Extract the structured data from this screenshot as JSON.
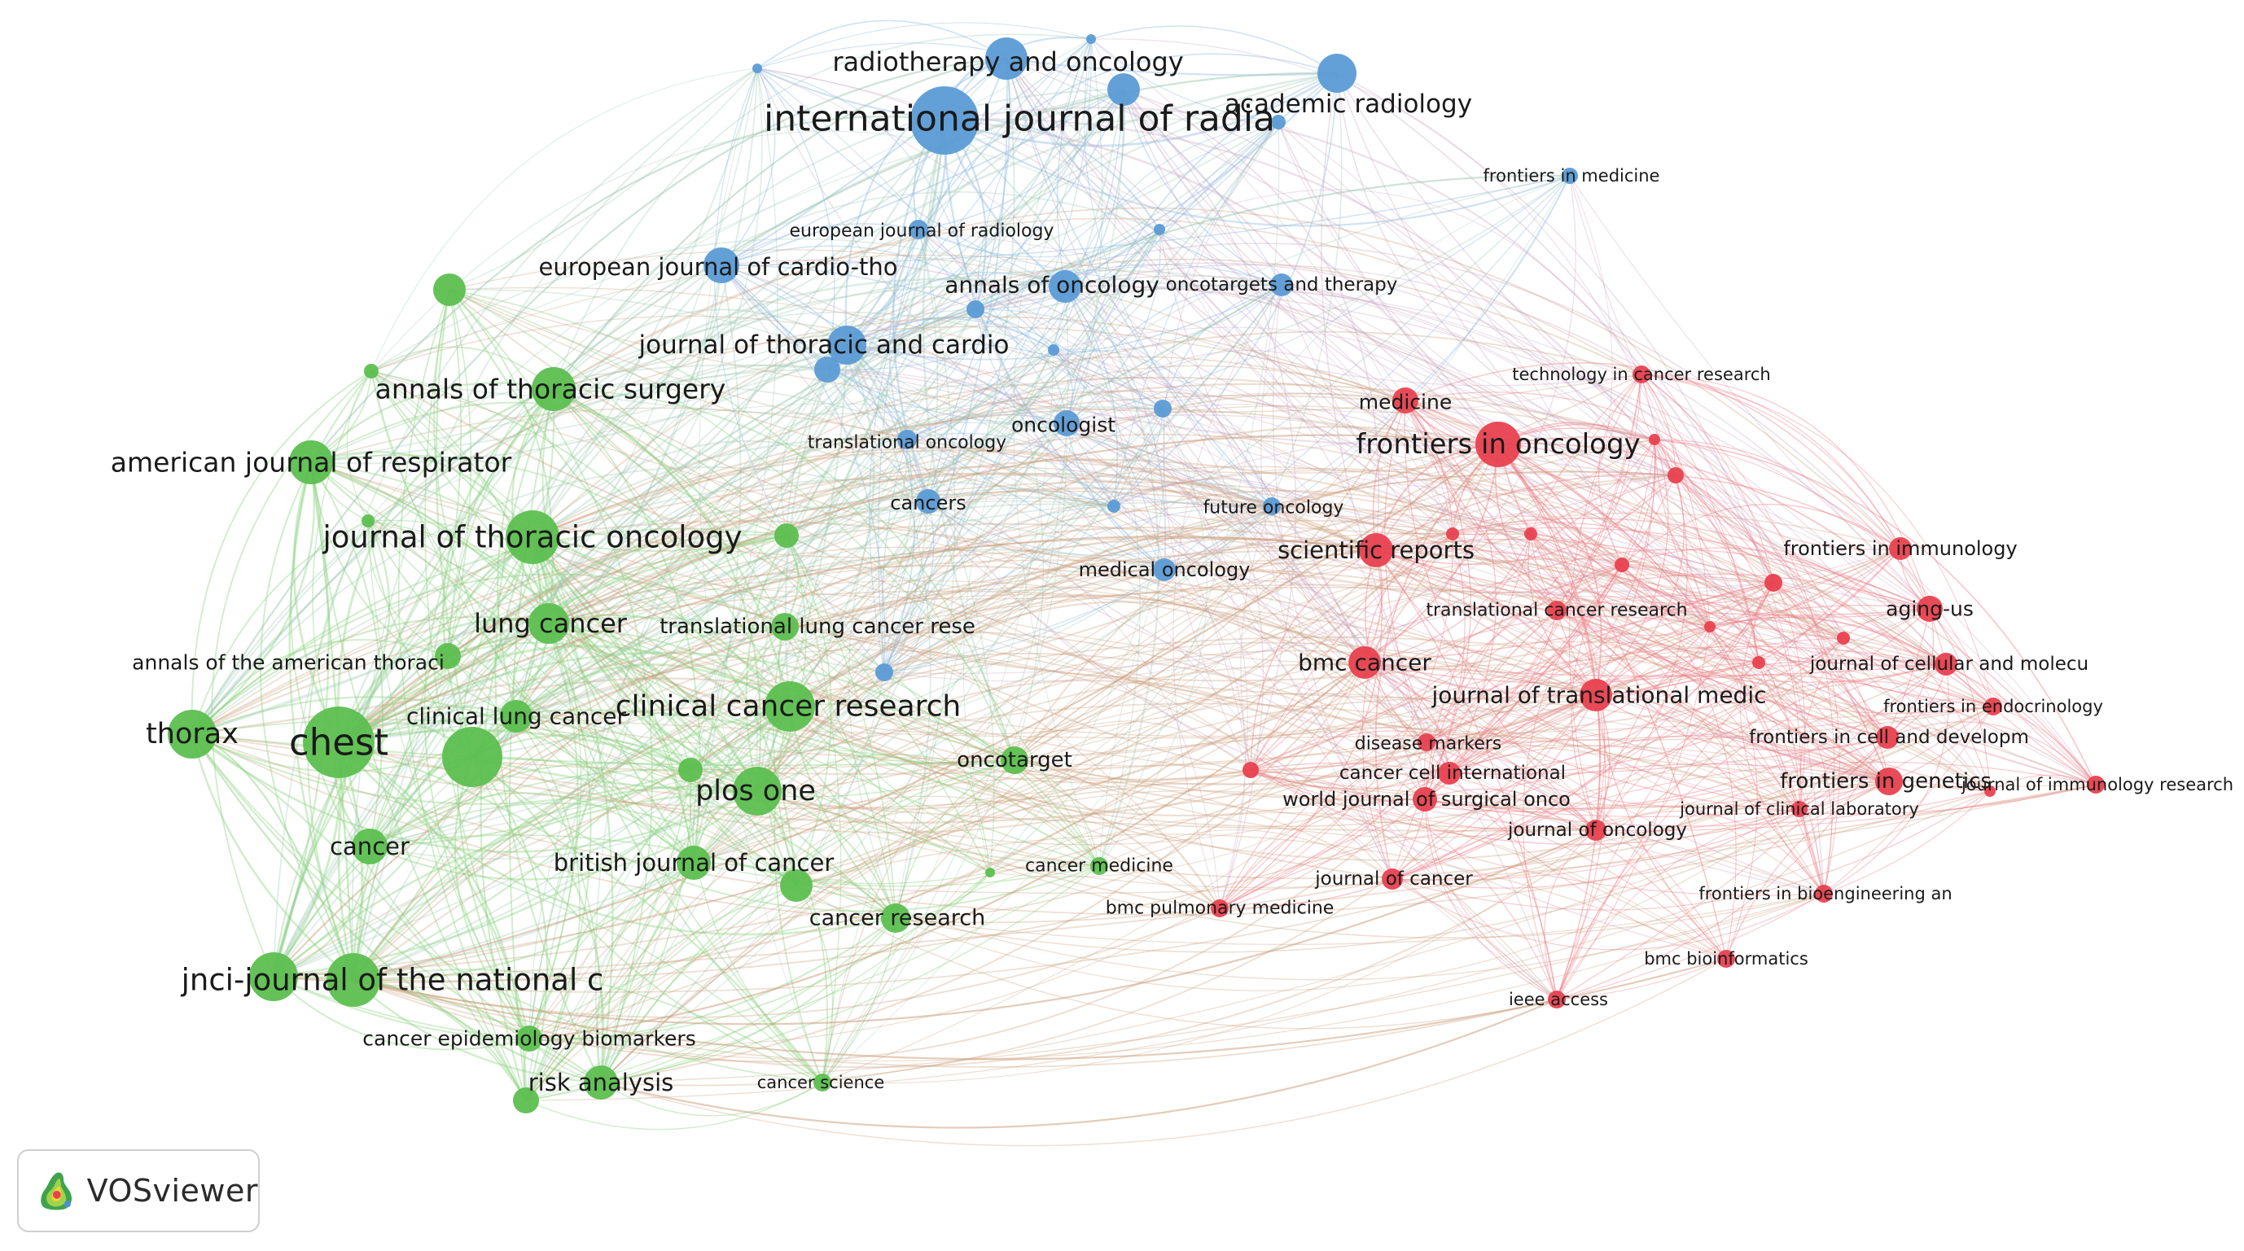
{
  "app": {
    "name": "VOSviewer"
  },
  "colors": {
    "cluster_green": "#5cbf4f",
    "cluster_blue": "#5b9bd5",
    "cluster_red": "#e8414f",
    "label": "#1a1a1a"
  },
  "nodes": [
    {
      "id": "irj",
      "label": "international journal of radia",
      "cluster": "blue",
      "weight": 95
    },
    {
      "id": "rto",
      "label": "radiotherapy and oncology",
      "cluster": "blue",
      "weight": 52
    },
    {
      "id": "acr",
      "label": "academic radiology",
      "cluster": "blue",
      "weight": 48
    },
    {
      "id": "fim",
      "label": "frontiers in medicine",
      "cluster": "blue",
      "weight": 10
    },
    {
      "id": "ejr",
      "label": "european journal of radiology",
      "cluster": "blue",
      "weight": 16
    },
    {
      "id": "ejc",
      "label": "european journal of cardio-tho",
      "cluster": "blue",
      "weight": 42
    },
    {
      "id": "aoo",
      "label": "annals of oncology",
      "cluster": "blue",
      "weight": 36
    },
    {
      "id": "ott",
      "label": "oncotargets and therapy",
      "cluster": "blue",
      "weight": 20
    },
    {
      "id": "jtc",
      "label": "journal of thoracic and cardio",
      "cluster": "blue",
      "weight": 48
    },
    {
      "id": "onc",
      "label": "oncologist",
      "cluster": "blue",
      "weight": 26
    },
    {
      "id": "tro",
      "label": "translational oncology",
      "cluster": "blue",
      "weight": 16
    },
    {
      "id": "can",
      "label": "cancers",
      "cluster": "blue",
      "weight": 24
    },
    {
      "id": "fuo",
      "label": "future oncology",
      "cluster": "blue",
      "weight": 14
    },
    {
      "id": "mon",
      "label": "medical oncology",
      "cluster": "blue",
      "weight": 22
    },
    {
      "id": "ats",
      "label": "annals of thoracic surgery",
      "cluster": "green",
      "weight": 54
    },
    {
      "id": "ajr",
      "label": "american journal of respirator",
      "cluster": "green",
      "weight": 54
    },
    {
      "id": "jto",
      "label": "journal of thoracic oncology",
      "cluster": "green",
      "weight": 72
    },
    {
      "id": "lun",
      "label": "lung cancer",
      "cluster": "green",
      "weight": 50
    },
    {
      "id": "tlc",
      "label": "translational lung cancer rese",
      "cluster": "green",
      "weight": 30
    },
    {
      "id": "aat",
      "label": "annals of the american thoraci",
      "cluster": "green",
      "weight": 26
    },
    {
      "id": "tho",
      "label": "thorax",
      "cluster": "green",
      "weight": 62
    },
    {
      "id": "che",
      "label": "chest",
      "cluster": "green",
      "weight": 100
    },
    {
      "id": "clc",
      "label": "clinical lung cancer",
      "cluster": "green",
      "weight": 36
    },
    {
      "id": "ccr",
      "label": "clinical cancer research",
      "cluster": "green",
      "weight": 66
    },
    {
      "id": "plo",
      "label": "plos one",
      "cluster": "green",
      "weight": 64
    },
    {
      "id": "oct",
      "label": "oncotarget",
      "cluster": "green",
      "weight": 28
    },
    {
      "id": "cnc",
      "label": "cancer",
      "cluster": "green",
      "weight": 42
    },
    {
      "id": "bjc",
      "label": "british journal of cancer",
      "cluster": "green",
      "weight": 40
    },
    {
      "id": "cme",
      "label": "cancer medicine",
      "cluster": "green",
      "weight": 14
    },
    {
      "id": "cre",
      "label": "cancer research",
      "cluster": "green",
      "weight": 32
    },
    {
      "id": "jnc",
      "label": "jnci-journal of the national c",
      "cluster": "green",
      "weight": 70
    },
    {
      "id": "ceb",
      "label": "cancer epidemiology biomarkers",
      "cluster": "green",
      "weight": 26
    },
    {
      "id": "ria",
      "label": "risk analysis",
      "cluster": "green",
      "weight": 40
    },
    {
      "id": "csc",
      "label": "cancer science",
      "cluster": "green",
      "weight": 12
    },
    {
      "id": "fio",
      "label": "frontiers in oncology",
      "cluster": "red",
      "weight": 58
    },
    {
      "id": "med",
      "label": "medicine",
      "cluster": "red",
      "weight": 26
    },
    {
      "id": "tcr",
      "label": "technology in cancer research",
      "cluster": "red",
      "weight": 12
    },
    {
      "id": "scr",
      "label": "scientific reports",
      "cluster": "red",
      "weight": 40
    },
    {
      "id": "fii",
      "label": "frontiers in immunology",
      "cluster": "red",
      "weight": 22
    },
    {
      "id": "aus",
      "label": "aging-us",
      "cluster": "red",
      "weight": 26
    },
    {
      "id": "tcrr",
      "label": "translational cancer research",
      "cluster": "red",
      "weight": 16
    },
    {
      "id": "bmc",
      "label": "bmc cancer",
      "cluster": "red",
      "weight": 38
    },
    {
      "id": "jcm",
      "label": "journal of cellular and molecu",
      "cluster": "red",
      "weight": 20
    },
    {
      "id": "jtm",
      "label": "journal of translational medic",
      "cluster": "red",
      "weight": 36
    },
    {
      "id": "fie",
      "label": "frontiers in endocrinology",
      "cluster": "red",
      "weight": 12
    },
    {
      "id": "dma",
      "label": "disease markers",
      "cluster": "red",
      "weight": 14
    },
    {
      "id": "fcd",
      "label": "frontiers in cell and developm",
      "cluster": "red",
      "weight": 20
    },
    {
      "id": "cci",
      "label": "cancer cell international",
      "cluster": "red",
      "weight": 20
    },
    {
      "id": "fig",
      "label": "frontiers in genetics",
      "cluster": "red",
      "weight": 28
    },
    {
      "id": "jir",
      "label": "journal of immunology research",
      "cluster": "red",
      "weight": 12
    },
    {
      "id": "wjs",
      "label": "world journal of surgical onco",
      "cluster": "red",
      "weight": 24
    },
    {
      "id": "jcl",
      "label": "journal of clinical laboratory",
      "cluster": "red",
      "weight": 10
    },
    {
      "id": "joo",
      "label": "journal of oncology",
      "cluster": "red",
      "weight": 18
    },
    {
      "id": "joc",
      "label": "journal of cancer",
      "cluster": "red",
      "weight": 18
    },
    {
      "id": "bpm",
      "label": "bmc pulmonary medicine",
      "cluster": "red",
      "weight": 14
    },
    {
      "id": "fib",
      "label": "frontiers in bioengineering an",
      "cluster": "red",
      "weight": 12
    },
    {
      "id": "bbi",
      "label": "bmc bioinformatics",
      "cluster": "red",
      "weight": 12
    },
    {
      "id": "iee",
      "label": "ieee access",
      "cluster": "red",
      "weight": 12
    }
  ]
}
